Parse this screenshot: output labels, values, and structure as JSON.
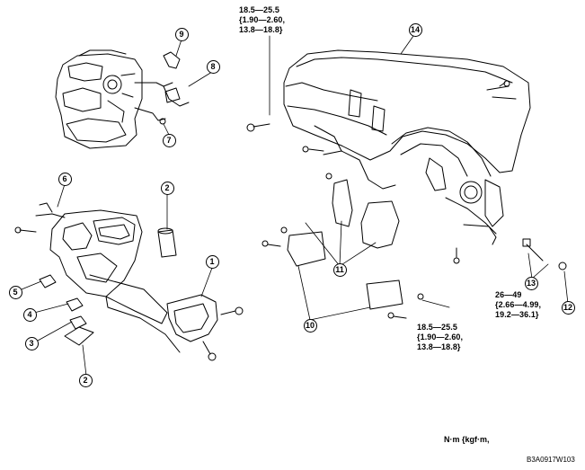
{
  "callouts": [
    {
      "id": "c1",
      "label": "1"
    },
    {
      "id": "c2a",
      "label": "2"
    },
    {
      "id": "c2b",
      "label": "2"
    },
    {
      "id": "c3",
      "label": "3"
    },
    {
      "id": "c4",
      "label": "4"
    },
    {
      "id": "c5",
      "label": "5"
    },
    {
      "id": "c6",
      "label": "6"
    },
    {
      "id": "c7",
      "label": "7"
    },
    {
      "id": "c8",
      "label": "8"
    },
    {
      "id": "c9",
      "label": "9"
    },
    {
      "id": "c10",
      "label": "10"
    },
    {
      "id": "c11",
      "label": "11"
    },
    {
      "id": "c12",
      "label": "12"
    },
    {
      "id": "c13",
      "label": "13"
    },
    {
      "id": "c14",
      "label": "14"
    }
  ],
  "torque_specs": {
    "top": [
      "18.5—25.5",
      "{1.90—2.60,",
      "13.8—18.8}"
    ],
    "bottom": [
      "18.5—25.5",
      "{1.90—2.60,",
      "13.8—18.8}"
    ],
    "right": [
      "26—49",
      "{2.66—4.99,",
      "19.2—36.1}"
    ]
  },
  "units_label": "N·m {kgf·m,",
  "figure_code": "B3A0917W103"
}
